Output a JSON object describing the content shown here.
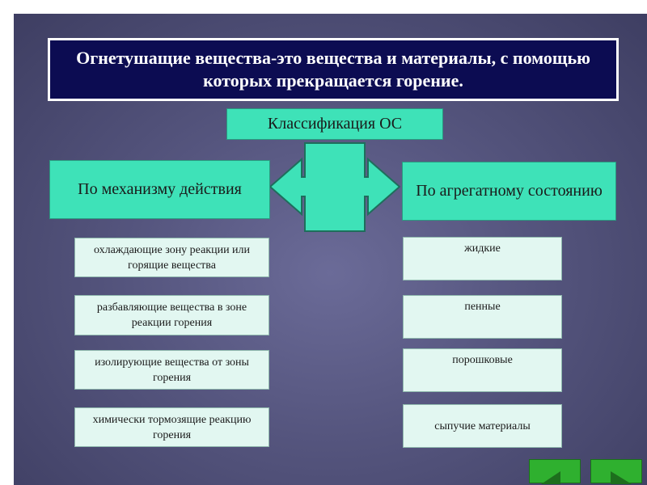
{
  "title": "Огнетушащие вещества-это вещества и материалы, с помощью которых прекращается горение.",
  "classification": "Классификация ОС",
  "left_group": {
    "header": "По механизму действия",
    "items": [
      "охлаждающие зону реакции или горящие вещества",
      "разбавляющие вещества в зоне реакции горения",
      "изолирующие вещества от зоны горения",
      "химически тормозящие реакцию горения"
    ]
  },
  "right_group": {
    "header": "По агрегатному состоянию",
    "items": [
      "жидкие",
      "пенные",
      "порошковые",
      "сыпучие материалы"
    ]
  },
  "nav": {
    "prev_icon": "arrow-left-icon",
    "next_icon": "arrow-right-icon"
  },
  "colors": {
    "title_bg": "#0c0c52",
    "header_teal": "#3ee2b8",
    "item_bg": "#e2f7f1",
    "nav_green": "#2fb02f"
  }
}
